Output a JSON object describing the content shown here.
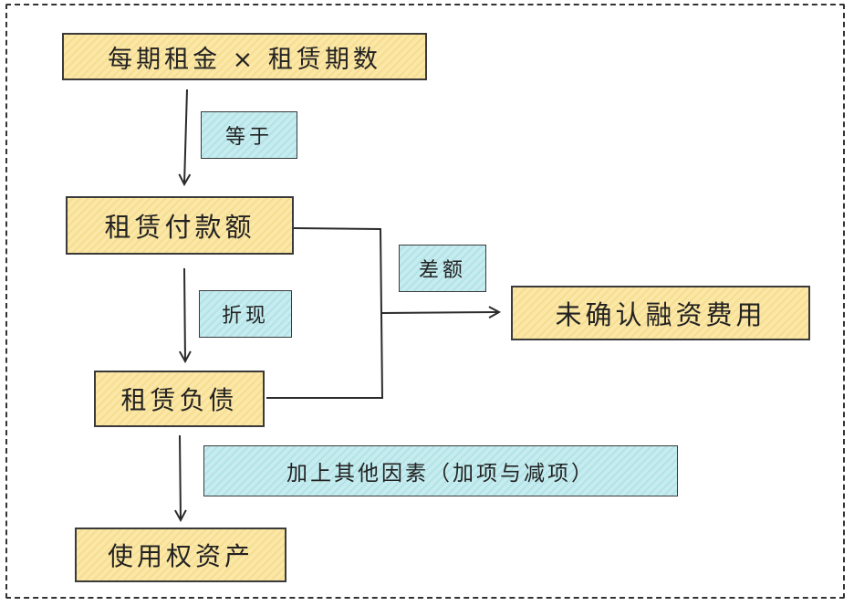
{
  "nodes": {
    "rent_times_periods": "每期租金 × 租赁期数",
    "lease_payments": "租赁付款额",
    "lease_liability": "租赁负债",
    "unrecognized_financing_cost": "未确认融资费用",
    "right_of_use_asset": "使用权资产"
  },
  "edge_labels": {
    "equals": "等于",
    "discount": "折现",
    "difference": "差额",
    "adjustments": "加上其他因素（加项与减项）"
  },
  "colors": {
    "node_fill": "#fbe7a6",
    "label_fill": "#c7ecef",
    "stroke": "#3a3a3a"
  }
}
